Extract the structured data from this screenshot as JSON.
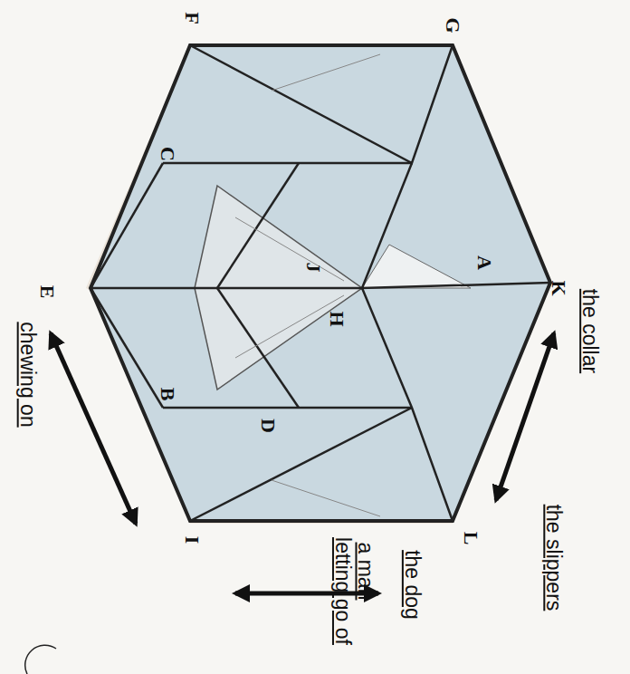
{
  "diagram": {
    "labels": [
      "G",
      "F",
      "C",
      "A",
      "K",
      "J",
      "H",
      "B",
      "D",
      "E",
      "I",
      "L",
      "the collar",
      "the slippers",
      "the dog",
      "a man",
      "letting go of",
      "chewing on"
    ]
  }
}
